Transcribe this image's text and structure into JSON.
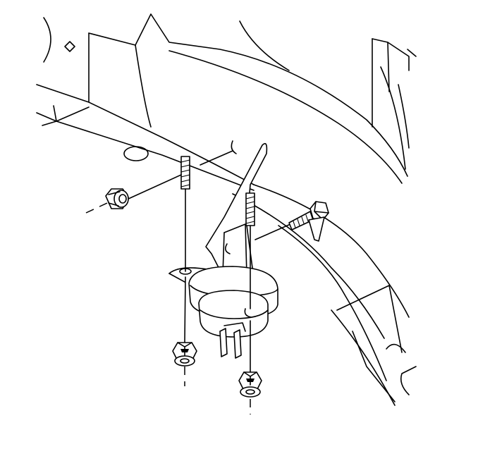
{
  "diagram": {
    "kind": "exploded-view line drawing",
    "colors": {
      "line": "#000000",
      "background": "#ffffff"
    },
    "parts": [
      {
        "name": "vehicle-body-panel"
      },
      {
        "name": "mounting-bracket"
      },
      {
        "name": "round-component"
      },
      {
        "name": "electrical-terminals"
      },
      {
        "name": "upper-left-nut"
      },
      {
        "name": "hex-bolt"
      },
      {
        "name": "lower-left-nut"
      },
      {
        "name": "lower-center-nut"
      },
      {
        "name": "left-stud"
      },
      {
        "name": "center-stud"
      }
    ]
  }
}
